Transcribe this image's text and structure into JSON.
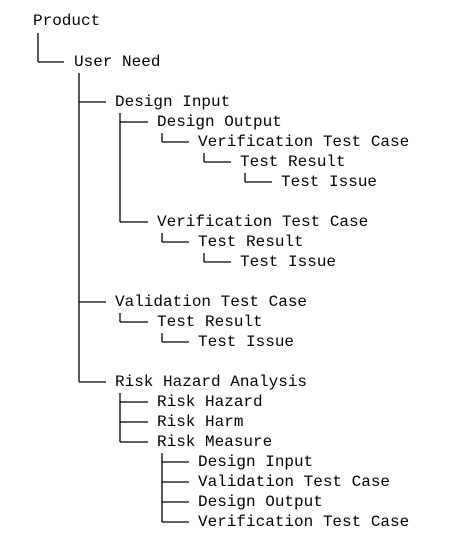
{
  "tree": {
    "root": "Product",
    "user_need": "User Need",
    "design_input": "Design Input",
    "design_output": "Design Output",
    "do_verification_test_case": "Verification Test Case",
    "do_vtc_test_result": "Test Result",
    "do_vtc_test_issue": "Test Issue",
    "di_verification_test_case": "Verification Test Case",
    "di_vtc_test_result": "Test Result",
    "di_vtc_test_issue": "Test Issue",
    "validation_test_case": "Validation Test Case",
    "val_test_result": "Test Result",
    "val_test_issue": "Test Issue",
    "risk_hazard_analysis": "Risk Hazard Analysis",
    "risk_hazard": "Risk Hazard",
    "risk_harm": "Risk Harm",
    "risk_measure": "Risk Measure",
    "rm_design_input": "Design Input",
    "rm_validation_test_case": "Validation Test Case",
    "rm_design_output": "Design Output",
    "rm_verification_test_case": "Verification Test Case"
  }
}
